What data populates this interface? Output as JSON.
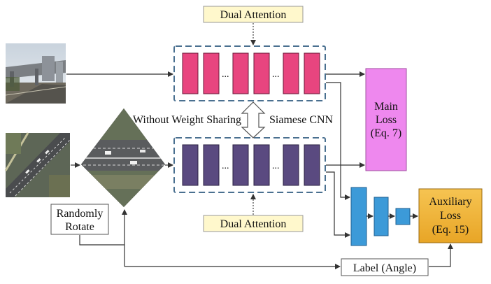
{
  "top_attention_label": "Dual Attention",
  "bottom_attention_label": "Dual Attention",
  "weight_sharing_label": "Without Weight Sharing",
  "siamese_label": "Siamese CNN",
  "main_loss": {
    "line1": "Main",
    "line2": "Loss",
    "line3": "(Eq. 7)"
  },
  "aux_loss": {
    "line1": "Auxiliary",
    "line2": "Loss",
    "line3": "(Eq. 15)"
  },
  "rotate_label": {
    "line1": "Randomly",
    "line2": "Rotate"
  },
  "angle_label": "Label (Angle)",
  "ellipsis": "...",
  "colors": {
    "ground_branch": "#e8457f",
    "aerial_branch": "#5a4a80",
    "main_loss_fill": "#ee88ee",
    "aux_loss_fill": "#f2b43c",
    "aux_net_fill": "#3c9ad8",
    "attention_fill": "#fff8cc",
    "dashed_border": "#4a7090"
  }
}
